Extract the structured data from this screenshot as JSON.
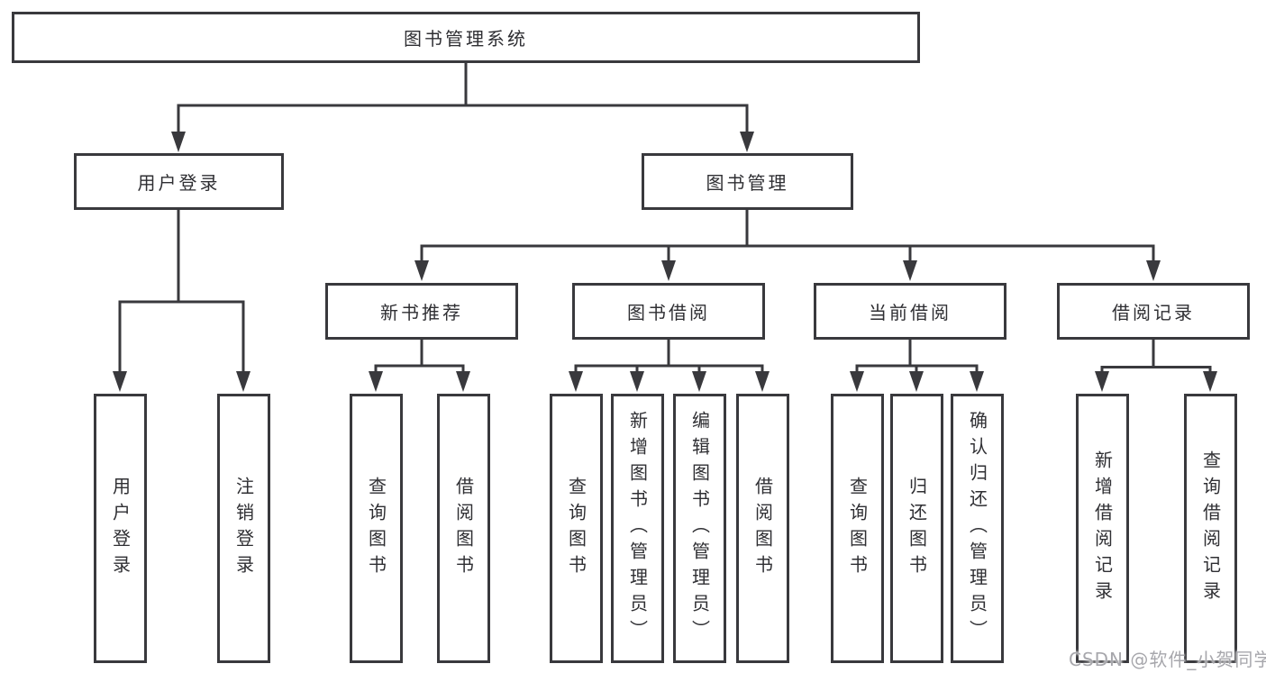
{
  "diagram": {
    "title": "图书管理系统",
    "root": {
      "label": "图书管理系统"
    },
    "level2": [
      {
        "label": "用户登录"
      },
      {
        "label": "图书管理"
      }
    ],
    "level3": [
      {
        "label": "新书推荐"
      },
      {
        "label": "图书借阅"
      },
      {
        "label": "当前借阅"
      },
      {
        "label": "借阅记录"
      }
    ],
    "leaves": {
      "user_login": [
        "用户登录",
        "注销登录"
      ],
      "new_books": [
        "查询图书",
        "借阅图书"
      ],
      "book_borrow": [
        "查询图书",
        "新增图书（管理员）",
        "编辑图书（管理员）",
        "借阅图书"
      ],
      "current_borrow": [
        "查询图书",
        "归还图书",
        "确认归还（管理员）"
      ],
      "borrow_records": [
        "新增借阅记录",
        "查询借阅记录"
      ]
    }
  },
  "watermark": {
    "text": "CSDN @软件_小贺同学"
  },
  "colors": {
    "line": "#39393d",
    "node_border": "#39393d",
    "node_text": "#2f2f33",
    "watermark_text": "#a7a7ac",
    "background": "#ffffff"
  }
}
